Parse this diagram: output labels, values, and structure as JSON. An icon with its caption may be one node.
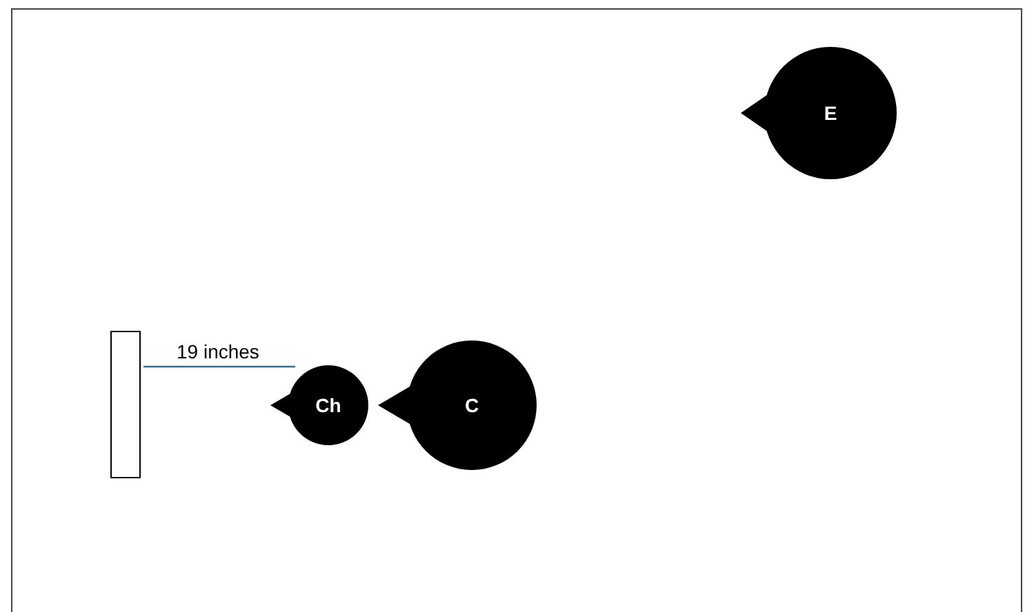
{
  "diagram": {
    "nodes": [
      {
        "text": [],
        "shape": "box"
      },
      {
        "text": [
          "E"
        ]
      },
      {
        "text": [
          "Ch"
        ]
      },
      {
        "text": [
          "C"
        ]
      }
    ],
    "labels": [
      "19 inches"
    ]
  }
}
